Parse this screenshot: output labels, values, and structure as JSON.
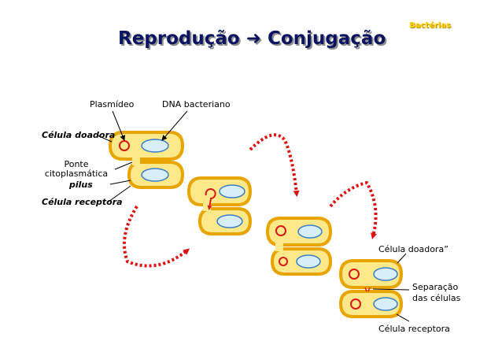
{
  "header": {
    "tag": "Bactérias",
    "title": "Reprodução ➜ Conjugação"
  },
  "labels": {
    "plasmid": "Plasmídeo",
    "dna": "DNA bacteriano",
    "donor_cell": "Célula doadora",
    "bridge_1": "Ponte",
    "bridge_2": "citoplasmática",
    "pilus": "pilus",
    "recipient_cell": "Célula receptora",
    "donor_cell_2": "Célula doadora”",
    "separation_1": "Separação",
    "separation_2": "das células",
    "recipient_cell_2": "Célula receptora"
  },
  "colors": {
    "cell_border": "#e8a400",
    "cell_fill": "#fde98a",
    "dna_fill": "#d8eef8",
    "dna_border": "#3a7fc4",
    "plasmid": "#d81818",
    "arrow": "#e01010"
  }
}
